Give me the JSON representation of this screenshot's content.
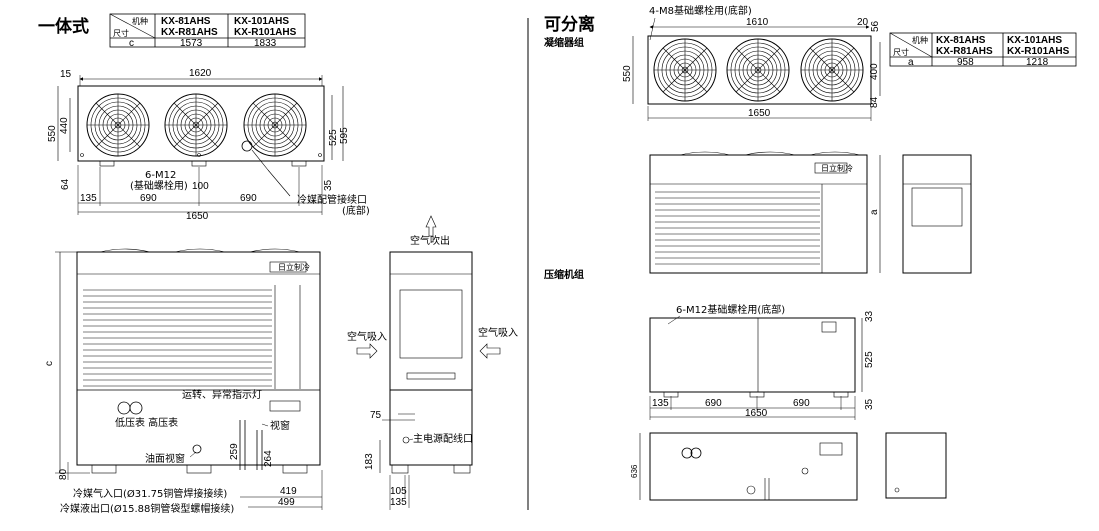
{
  "left": {
    "title": "一体式",
    "table": {
      "corner_top": "机种",
      "corner_bottom": "尺寸",
      "col1": [
        "KX-81AHS",
        "KX-R81AHS"
      ],
      "col2": [
        "KX-101AHS",
        "KX-R101AHS"
      ],
      "row_label": "c",
      "row_values": [
        "1573",
        "1833"
      ]
    },
    "top_view": {
      "d15": "15",
      "d1620": "1620",
      "d550": "550",
      "d440": "440",
      "d525": "525",
      "d595": "595",
      "d64": "64",
      "d35": "35",
      "d135": "135",
      "d690a": "690",
      "d690b": "690",
      "d100": "100",
      "d1650": "1650",
      "bolt_label": "6-M12",
      "bolt_note": "(基础螺栓用)",
      "refrig_port": "冷媒配管接续口",
      "refrig_port_note": "(底部)"
    },
    "front_view": {
      "dim_c": "c",
      "dim_80": "80",
      "dim_259": "259",
      "dim_264": "264",
      "dim_419": "419",
      "dim_499": "499",
      "lamp": "运转、异常指示灯",
      "gauges": "低压表 高压表",
      "sight_glass": "视窗",
      "oil_sight": "油面视窗",
      "gas_inlet": "冷媒气入口(Ø31.75铜管焊接接续)",
      "liquid_outlet": "冷媒液出口(Ø15.88铜管袋型螺帽接续)"
    },
    "side_view": {
      "air_out": "空气吹出",
      "air_in_left": "空气吸入",
      "air_in_right": "空气吸入",
      "dim_75": "75",
      "dim_183": "183",
      "dim_105": "105",
      "dim_135": "135",
      "power_port": "主电源配线口"
    }
  },
  "right": {
    "title": "可分离",
    "condenser_label": "凝缩器组",
    "compressor_label": "压缩机组",
    "table": {
      "corner_top": "机种",
      "corner_bottom": "尺寸",
      "col1": [
        "KX-81AHS",
        "KX-R81AHS"
      ],
      "col2": [
        "KX-101AHS",
        "KX-R101AHS"
      ],
      "row_label": "a",
      "row_values": [
        "958",
        "1218"
      ]
    },
    "condenser": {
      "bolt_label": "4-M8基础螺栓用(底部)",
      "d1610": "1610",
      "d20": "20",
      "d56": "56",
      "d550": "550",
      "d400": "400",
      "d84": "84",
      "d1650": "1650",
      "dim_a": "a"
    },
    "compressor": {
      "bolt_label": "6-M12基础螺栓用(底部)",
      "d33": "33",
      "d525": "525",
      "d35": "35",
      "d135": "135",
      "d690a": "690",
      "d690b": "690",
      "d1650": "1650",
      "d636": "636"
    }
  },
  "brand_mark": "日立制冷"
}
